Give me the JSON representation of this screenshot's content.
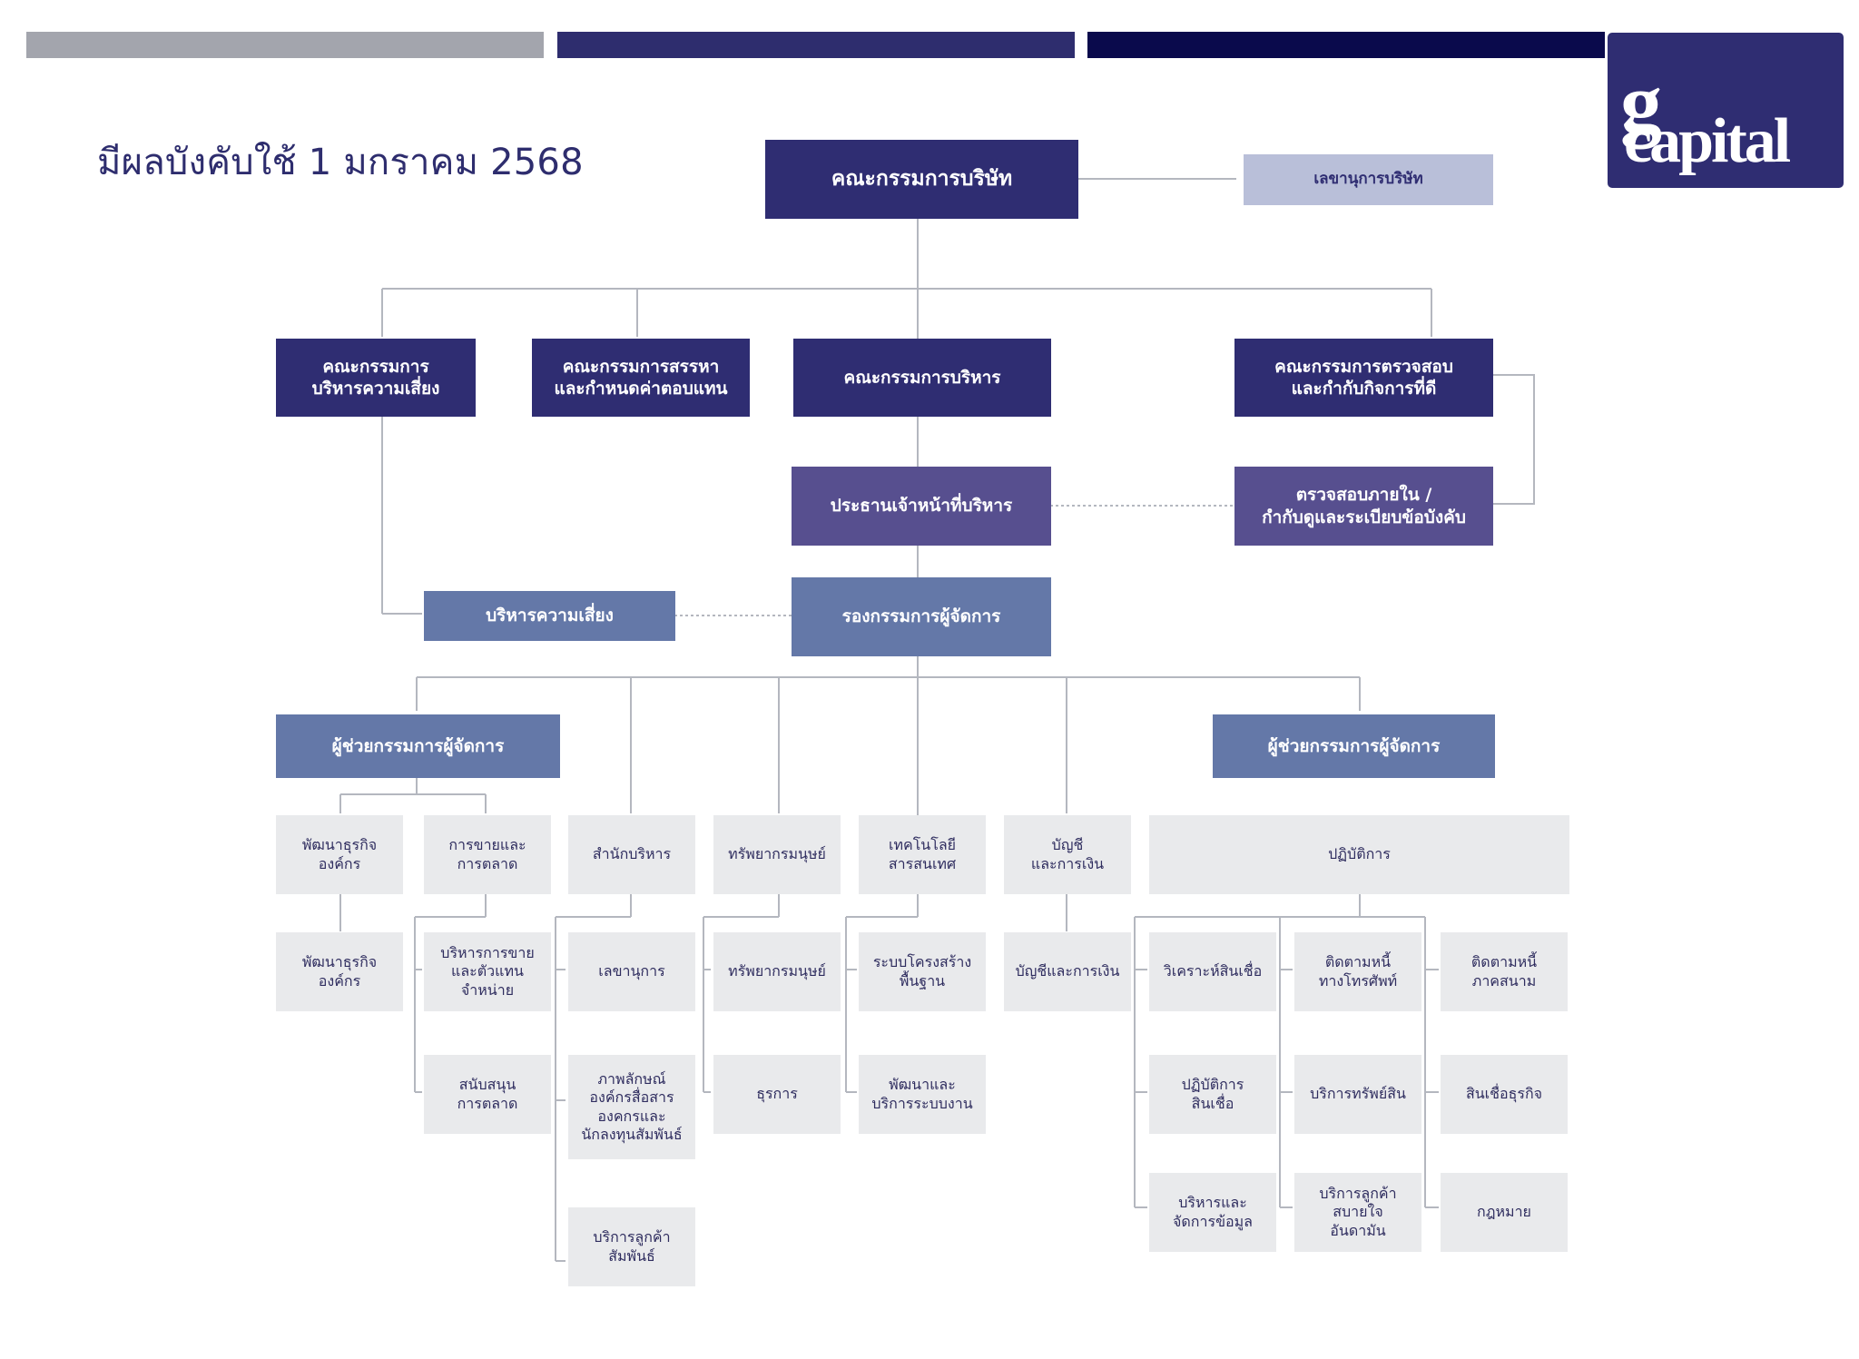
{
  "header": {
    "effective_date": "มีผลบังคับใช้ 1 มกราคม 2568",
    "colors": {
      "bar_gray": "#a3a5ad",
      "bar_navy": "#2e2d6e",
      "bar_dark": "#0a0a4c"
    }
  },
  "logo": {
    "text": "gcapital",
    "background": "#2f2d72"
  },
  "colors": {
    "dark_navy": "#2f2d72",
    "purple": "#574f8f",
    "steel_blue": "#6478a8",
    "light_lavender": "#b9bfd9",
    "light_gray": "#e9eaec",
    "connector": "#b4b7bf"
  },
  "nodes": {
    "board": "คณะกรรมการบริษัท",
    "company_secretary": "เลขานุการบริษัท",
    "risk_committee": "คณะกรรมการ\nบริหารความเสี่ยง",
    "nomination_committee": "คณะกรรมการสรรหา\nและกำหนดค่าตอบแทน",
    "executive_committee": "คณะกรรมการบริหาร",
    "audit_committee": "คณะกรรมการตรวจสอบ\nและกำกับกิจการที่ดี",
    "ceo": "ประธานเจ้าหน้าที่บริหาร",
    "internal_audit": "ตรวจสอบภายใน /\nกำกับดูและระเบียบข้อบังคับ",
    "risk_management": "บริหารความเสี่ยง",
    "deputy_md": "รองกรรมการผู้จัดการ",
    "assistant_md_left": "ผู้ช่วยกรรมการผู้จัดการ",
    "assistant_md_right": "ผู้ช่วยกรรมการผู้จัดการ",
    "dept_business_dev": "พัฒนาธุรกิจ\nองค์กร",
    "dept_sales_marketing": "การขายและ\nการตลาด",
    "dept_admin_office": "สำนักบริหาร",
    "dept_hr": "ทรัพยากรมนุษย์",
    "dept_it": "เทคโนโลยี\nสารสนเทศ",
    "dept_finance": "บัญชี\nและการเงิน",
    "dept_operations": "ปฏิบัติการ",
    "sub_business_dev": "พัฒนาธุรกิจ\nองค์กร",
    "sub_sales_agent": "บริหารการขาย\nและตัวแทน\nจำหน่าย",
    "sub_marketing_support": "สนับสนุน\nการตลาด",
    "sub_secretary": "เลขานุการ",
    "sub_corporate_image": "ภาพลักษณ์\nองค์กรสื่อสาร\nองคกรและ\nนักลงทุนสัมพันธ์",
    "sub_customer_relations": "บริการลูกค้า\nสัมพันธ์",
    "sub_hr": "ทรัพยากรมนุษย์",
    "sub_general_affairs": "ธุรการ",
    "sub_infrastructure": "ระบบโครงสร้าง\nพื้นฐาน",
    "sub_system_dev": "พัฒนาและ\nบริการระบบงาน",
    "sub_accounting_finance": "บัญชีและการเงิน",
    "sub_credit_analysis": "วิเคราะห์สินเชื่อ",
    "sub_phone_collection": "ติดตามหนี้\nทางโทรศัพท์",
    "sub_field_collection": "ติดตามหนี้\nภาคสนาม",
    "sub_credit_operations": "ปฏิบัติการ\nสินเชื่อ",
    "sub_asset_services": "บริการทรัพย์สิน",
    "sub_business_credit": "สินเชื่อธุรกิจ",
    "sub_data_management": "บริหารและ\nจัดการข้อมูล",
    "sub_customer_service": "บริการลูกค้า\nสบายใจ\nอันดามัน",
    "sub_legal": "กฎหมาย"
  }
}
